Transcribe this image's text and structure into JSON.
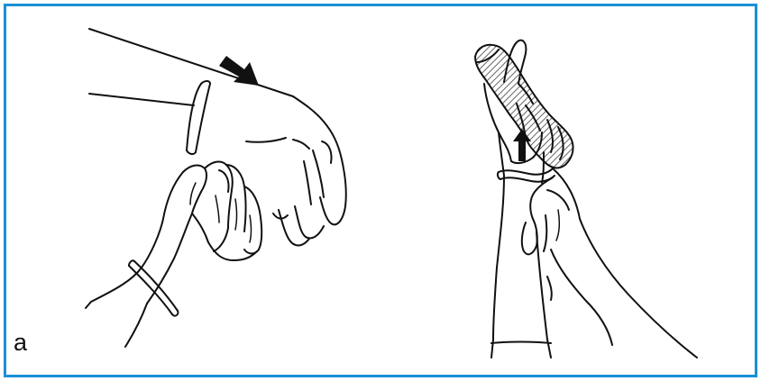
{
  "figure": {
    "panel_label": "a",
    "frame_color": "#1a8fd6",
    "line_color": "#111111",
    "hatch_color": "#777777",
    "arrow_left_direction": "right",
    "arrow_right_direction": "up"
  }
}
